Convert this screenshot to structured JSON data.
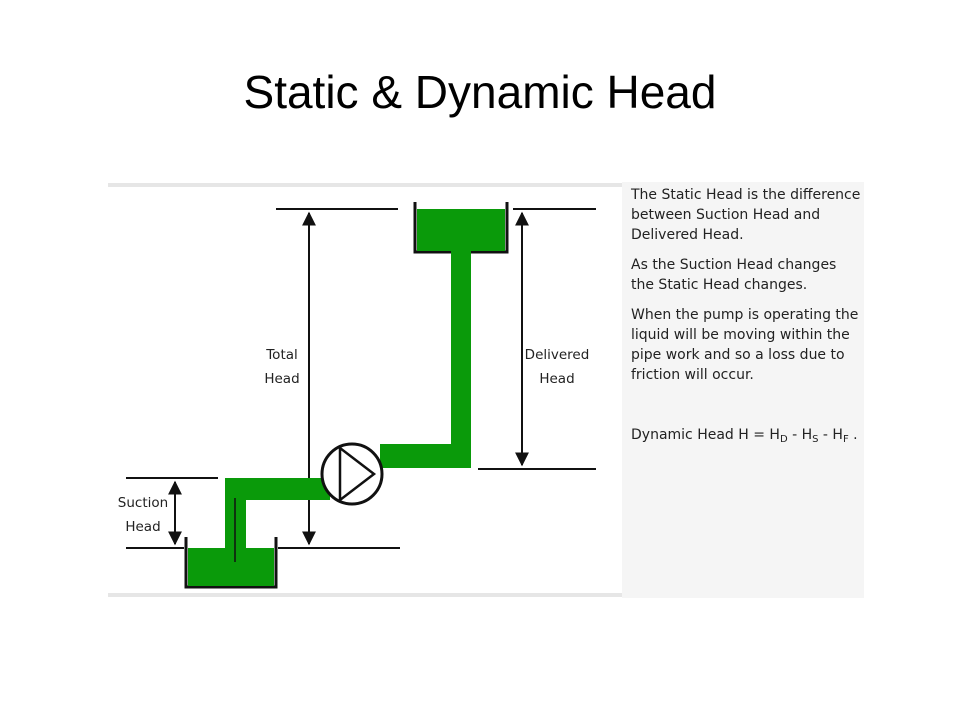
{
  "title": "Static & Dynamic Head",
  "diagram": {
    "labels": {
      "total_head_line1": "Total",
      "total_head_line2": "Head",
      "delivered_head_line1": "Delivered",
      "delivered_head_line2": "Head",
      "suction_head_line1": "Suction",
      "suction_head_line2": "Head"
    },
    "liquid_color": "#0a9a0a"
  },
  "description": {
    "p1": "The Static Head is the difference between Suction Head and Delivered Head.",
    "p2": "As the Suction Head changes the Static Head changes.",
    "p3": "When the pump is operating the liquid will be moving within the pipe work and so a loss due to friction will occur.",
    "equation": {
      "prefix": "Dynamic Head  H = H",
      "sub_d": "D",
      "minus1": " - H",
      "sub_s": "S",
      "minus2": " - H",
      "sub_f": "F",
      "suffix": " ."
    }
  }
}
